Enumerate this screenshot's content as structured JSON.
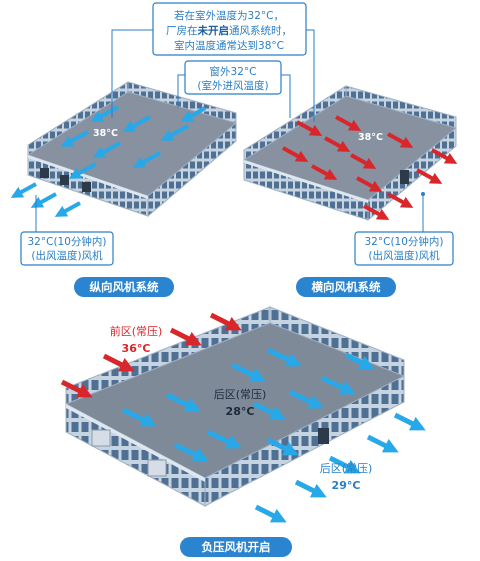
{
  "top_callout": {
    "line1": "若在室外温度为32°C，",
    "line2_pre": "厂房在",
    "line2_bold": "未开启",
    "line2_post": "通风系统时，",
    "line3": "室内温度通常达到38°C"
  },
  "window_callout": {
    "line1": "窗外32°C",
    "line2": "(室外进风温度)"
  },
  "left_building": {
    "temp": "38°C",
    "outlet_line1": "32°C(10分钟内)",
    "outlet_line2": "(出风温度)风机"
  },
  "right_building": {
    "temp": "38°C",
    "outlet_line1": "32°C(10分钟内)",
    "outlet_line2": "(出风温度)风机"
  },
  "section_labels": {
    "longitudinal": "纵向风机系统",
    "transverse": "横向风机系统",
    "negative_pressure": "负压风机开启"
  },
  "bottom_building": {
    "front_zone_label": "前区(常压)",
    "front_zone_temp": "36°C",
    "mid_zone_label": "后区(常压)",
    "mid_zone_temp": "28°C",
    "back_zone_label": "后区(常压)",
    "back_zone_temp": "29°C"
  },
  "colors": {
    "accent_blue": "#2a84cf",
    "cool_arrow": "#27a8e8",
    "hot_arrow": "#d9262b",
    "floor": "#7f8a99",
    "wall": "#b9c6d6"
  }
}
